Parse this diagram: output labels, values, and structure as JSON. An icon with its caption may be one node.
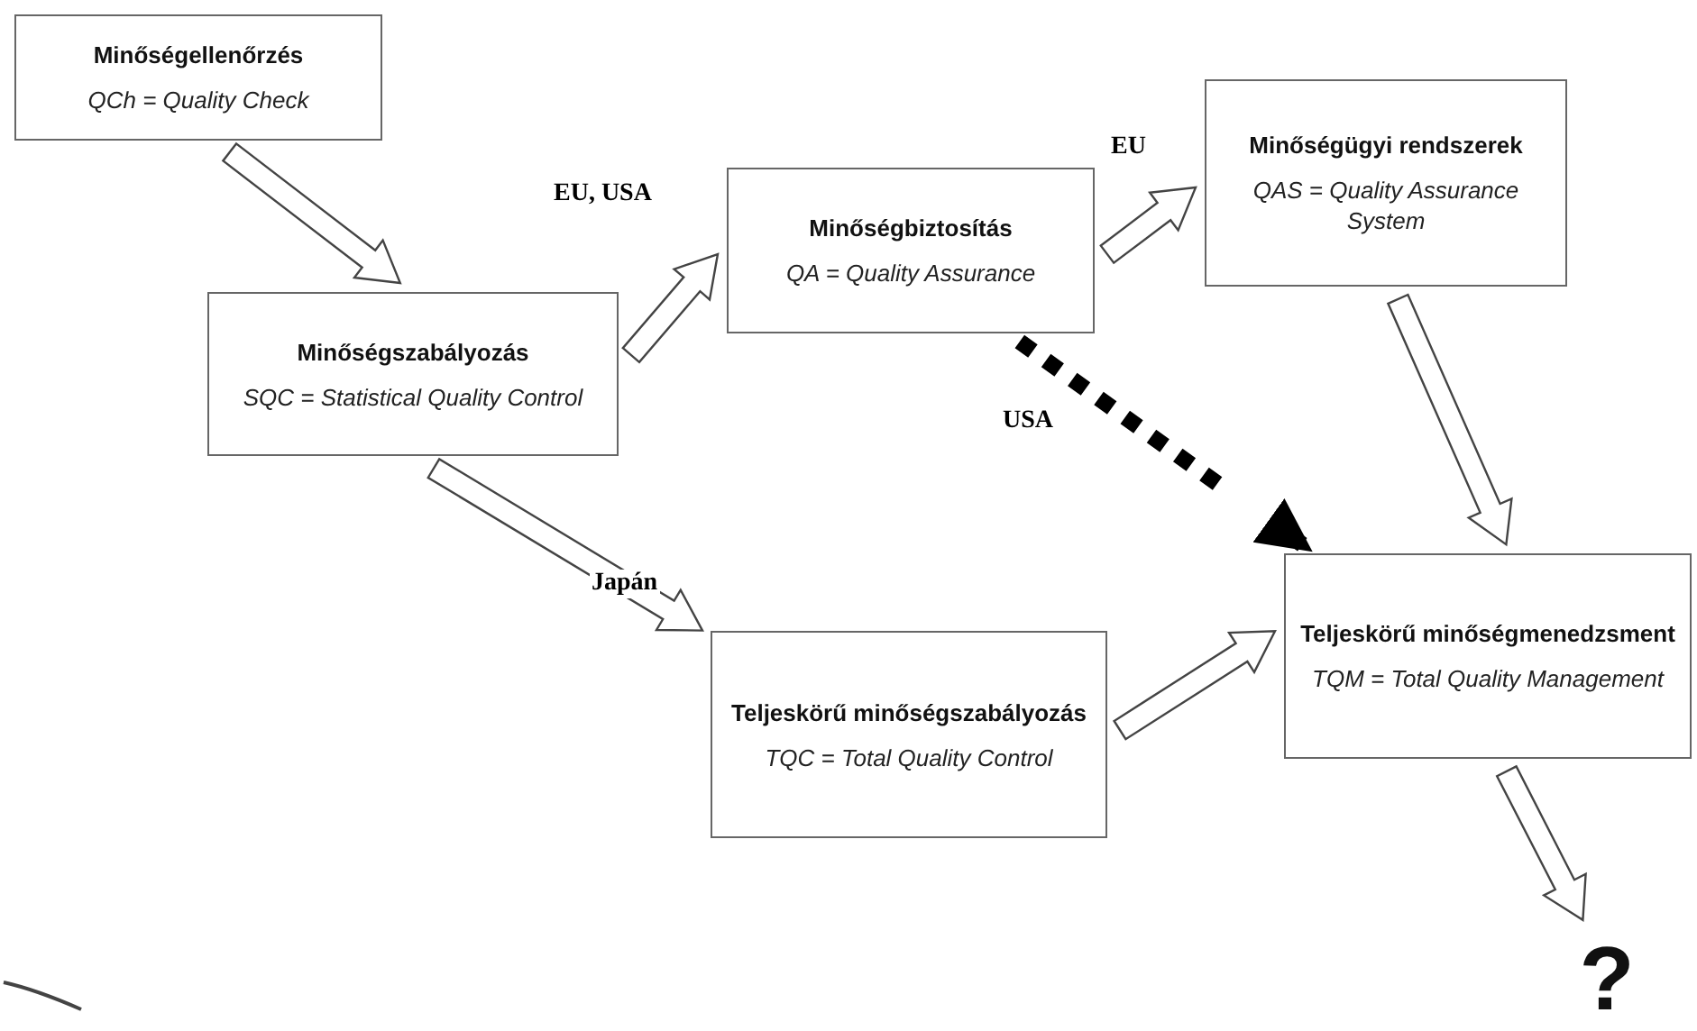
{
  "diagram": {
    "nodes": [
      {
        "text": [
          "Minőségellenőrzés",
          "QCh = Quality Check"
        ]
      },
      {
        "text": [
          "Minőségszabályozás",
          "SQC = Statistical Quality Control"
        ]
      },
      {
        "text": [
          "Minőségbiztosítás",
          "QA = Quality Assurance"
        ]
      },
      {
        "text": [
          "Minőségügyi rendszerek",
          "QAS = Quality Assurance System"
        ]
      },
      {
        "text": [
          "Teljeskörű minőségszabályozás",
          "TQC = Total Quality Control"
        ]
      },
      {
        "text": [
          "Teljeskörű minőségmenedzsment",
          "TQM = Total Quality Management"
        ]
      },
      {
        "text": [
          "?"
        ]
      }
    ],
    "edges": [
      {
        "from": 0,
        "to": 1,
        "arrow": "to"
      },
      {
        "from": 1,
        "to": 2,
        "arrow": "to",
        "label": "EU, USA"
      },
      {
        "from": 2,
        "to": 3,
        "arrow": "to",
        "label": "EU"
      },
      {
        "from": 2,
        "to": 5,
        "arrow": "to",
        "label": "USA",
        "style": "dashed"
      },
      {
        "from": 3,
        "to": 5,
        "arrow": "to"
      },
      {
        "from": 1,
        "to": 4,
        "arrow": "to",
        "label": "Japán"
      },
      {
        "from": 4,
        "to": 5,
        "arrow": "to"
      },
      {
        "from": 5,
        "to": 6,
        "arrow": "to"
      }
    ]
  }
}
